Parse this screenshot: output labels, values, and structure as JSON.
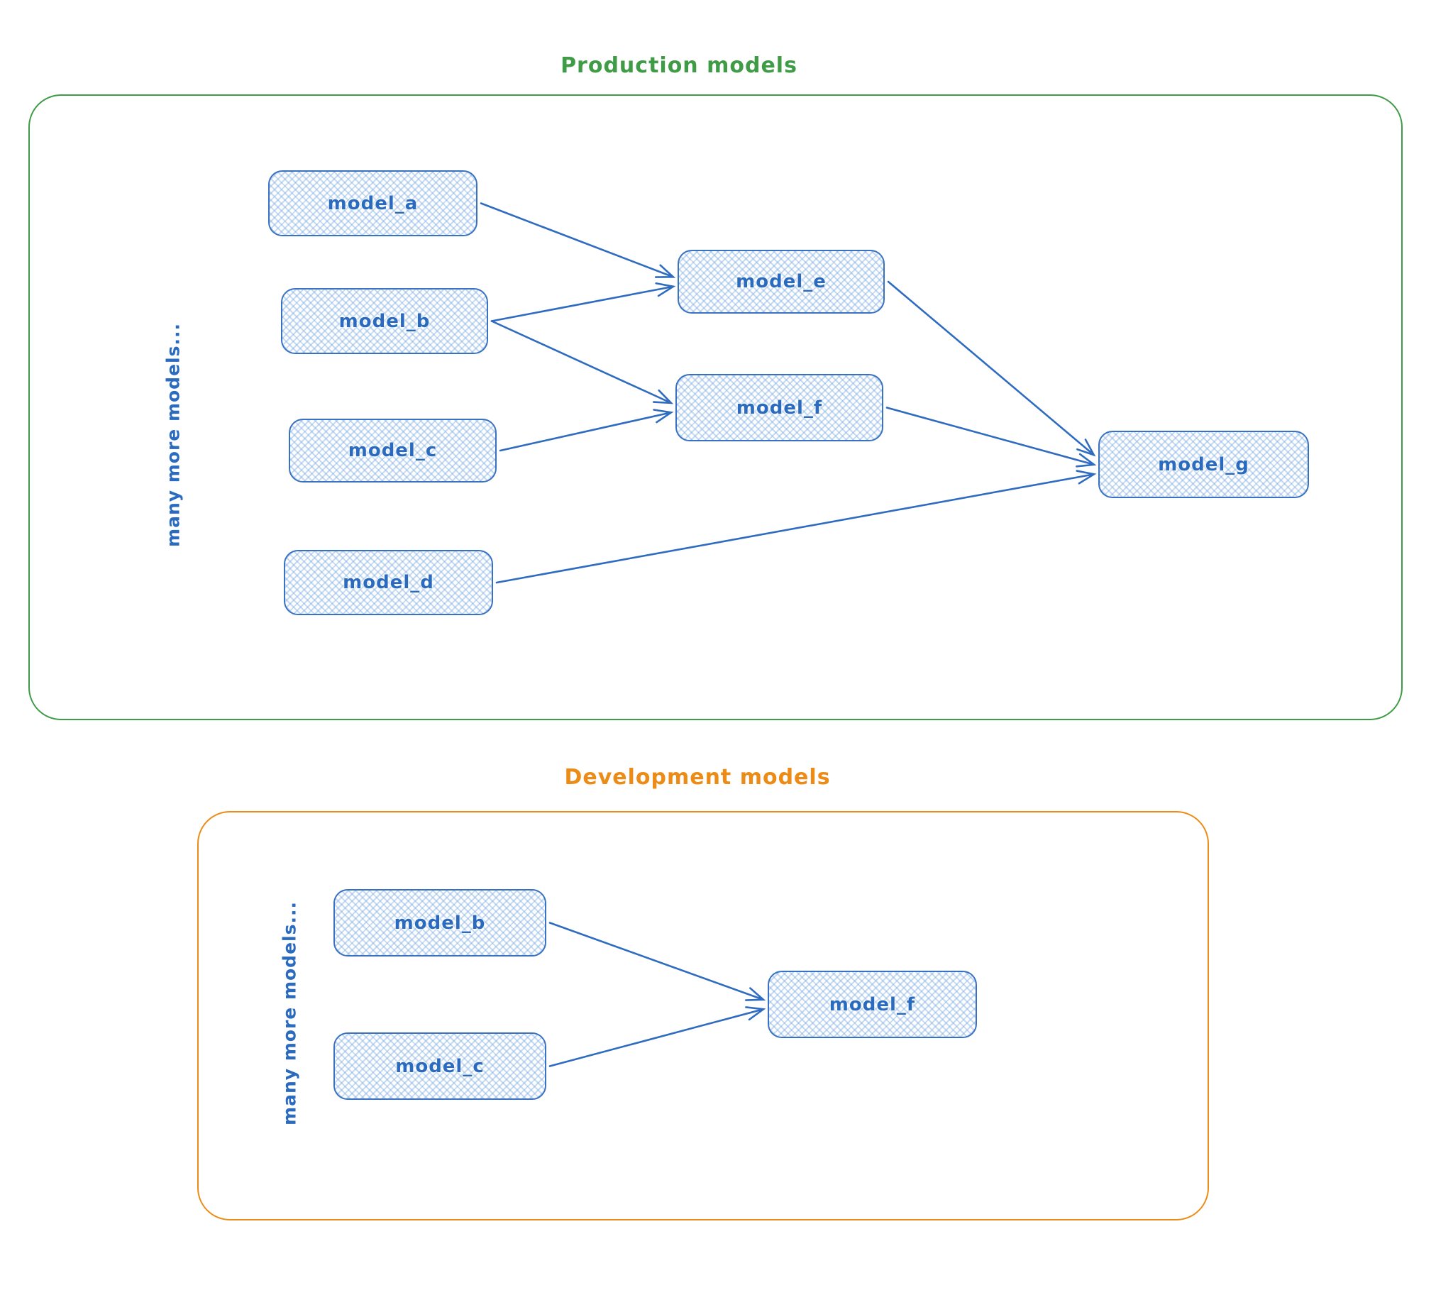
{
  "production": {
    "title": "Production models",
    "side_label": "many more models...",
    "nodes": [
      {
        "id": "model_a",
        "label": "model_a"
      },
      {
        "id": "model_b",
        "label": "model_b"
      },
      {
        "id": "model_c",
        "label": "model_c"
      },
      {
        "id": "model_d",
        "label": "model_d"
      },
      {
        "id": "model_e",
        "label": "model_e"
      },
      {
        "id": "model_f",
        "label": "model_f"
      },
      {
        "id": "model_g",
        "label": "model_g"
      }
    ],
    "edges": [
      {
        "from": "model_a",
        "to": "model_e"
      },
      {
        "from": "model_b",
        "to": "model_e"
      },
      {
        "from": "model_b",
        "to": "model_f"
      },
      {
        "from": "model_c",
        "to": "model_f"
      },
      {
        "from": "model_e",
        "to": "model_g"
      },
      {
        "from": "model_f",
        "to": "model_g"
      },
      {
        "from": "model_d",
        "to": "model_g"
      }
    ]
  },
  "development": {
    "title": "Development models",
    "side_label": "many more models...",
    "nodes": [
      {
        "id": "model_b",
        "label": "model_b"
      },
      {
        "id": "model_c",
        "label": "model_c"
      },
      {
        "id": "model_f",
        "label": "model_f"
      }
    ],
    "edges": [
      {
        "from": "model_b",
        "to": "model_f"
      },
      {
        "from": "model_c",
        "to": "model_f"
      }
    ]
  },
  "colors": {
    "production_border": "#3f9b45",
    "production_title": "#3f9b45",
    "development_border": "#ec8c17",
    "development_title": "#ec8c17",
    "node_border": "#3a72c2",
    "node_fill_hatch": "#bcd7f2",
    "node_text": "#2a6bbf",
    "side_label_text": "#2a6bbf",
    "arrow": "#2f6cc0"
  }
}
